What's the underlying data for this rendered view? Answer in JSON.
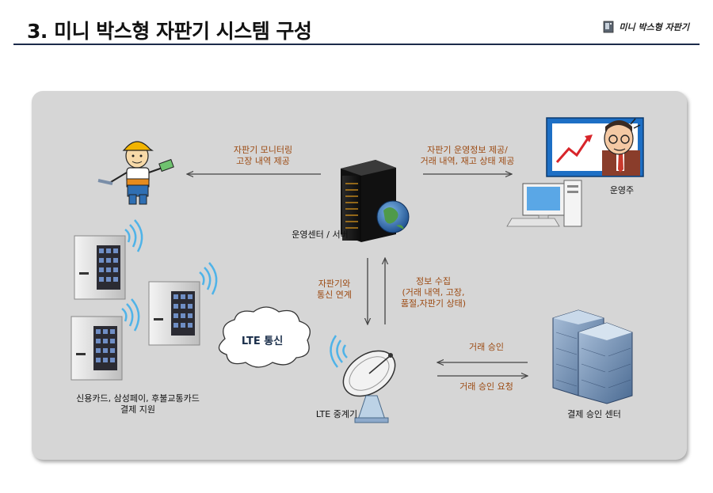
{
  "header": {
    "title": "3. 미니 박스형 자판기 시스템 구성",
    "brand": "미니 박스형 자판기",
    "brand_icon": "vending-machine-icon"
  },
  "diagram": {
    "server_label": "운영센터 / 서버",
    "operator_label": "운영주",
    "payment_center_label": "결제 승인 센터",
    "relay_label": "LTE 중계기",
    "cloud_label": "LTE 통신",
    "machines_label_line1": "신용카드, 삼성페이, 후불교통카드",
    "machines_label_line2": "결제 지원",
    "arrow_monitoring_line1": "자판기 모니터링",
    "arrow_monitoring_line2": "고장 내역 제공",
    "arrow_operator_line1": "자판기 운영정보 제공/",
    "arrow_operator_line2": "거래 내역, 재고 상태 제공",
    "arrow_link_line1": "자판기와",
    "arrow_link_line2": "통신 연계",
    "arrow_collect_line1": "정보 수집",
    "arrow_collect_line2": "(거래 내역, 고장,",
    "arrow_collect_line3": "품절,자판기 상태)",
    "arrow_approval": "거래 승인",
    "arrow_approval_request": "거래 승인 요청"
  },
  "colors": {
    "header_rule": "#1b2a4a",
    "panel": "#d6d6d6",
    "label_orange": "#9c4a12"
  }
}
